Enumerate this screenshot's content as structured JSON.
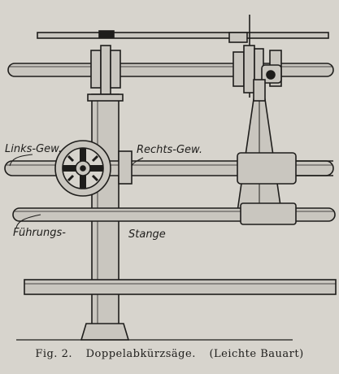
{
  "labels": {
    "links_gew": "Links-Gew.",
    "rechts_gew": "Rechts-Gew.",
    "fuehrungs": "Führungs-",
    "stange": "Stange"
  },
  "caption": {
    "fig": "Fig. 2.",
    "title": "Doppelabkürzsäge.",
    "note": "(Leichte Bauart)"
  },
  "colors": {
    "background": "#d7d4cd",
    "ink": "#1e1d1b",
    "metal": "#c9c6bf"
  }
}
